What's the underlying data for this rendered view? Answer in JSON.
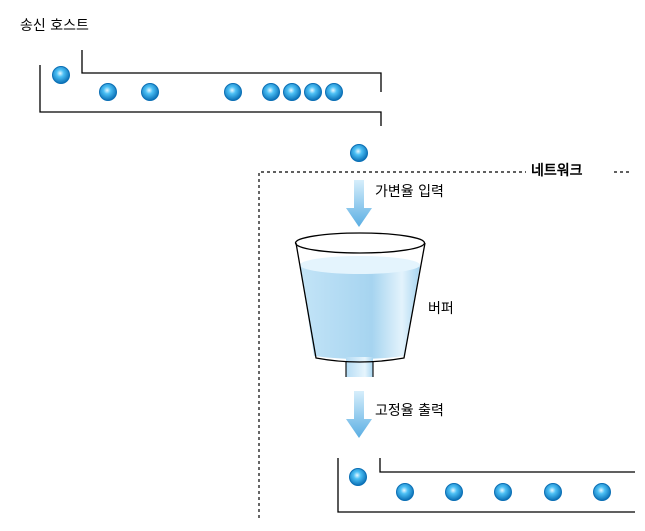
{
  "labels": {
    "sender_host": "송신 호스트",
    "network": "네트워크",
    "variable_input": "가변율 입력",
    "buffer": "버퍼",
    "fixed_output": "고정율 출력"
  },
  "colors": {
    "packet_core": "#1fa3e6",
    "packet_edge": "#0a6fb5",
    "packet_glow": "#bfe6fb",
    "arrow": "#78bfe8",
    "water_top": "#dff1fc",
    "water_body": "#a9d6f1",
    "line": "#000000"
  },
  "icons": {
    "packet": "circle-packet",
    "arrow": "down-arrow",
    "buffer": "bucket-funnel"
  }
}
